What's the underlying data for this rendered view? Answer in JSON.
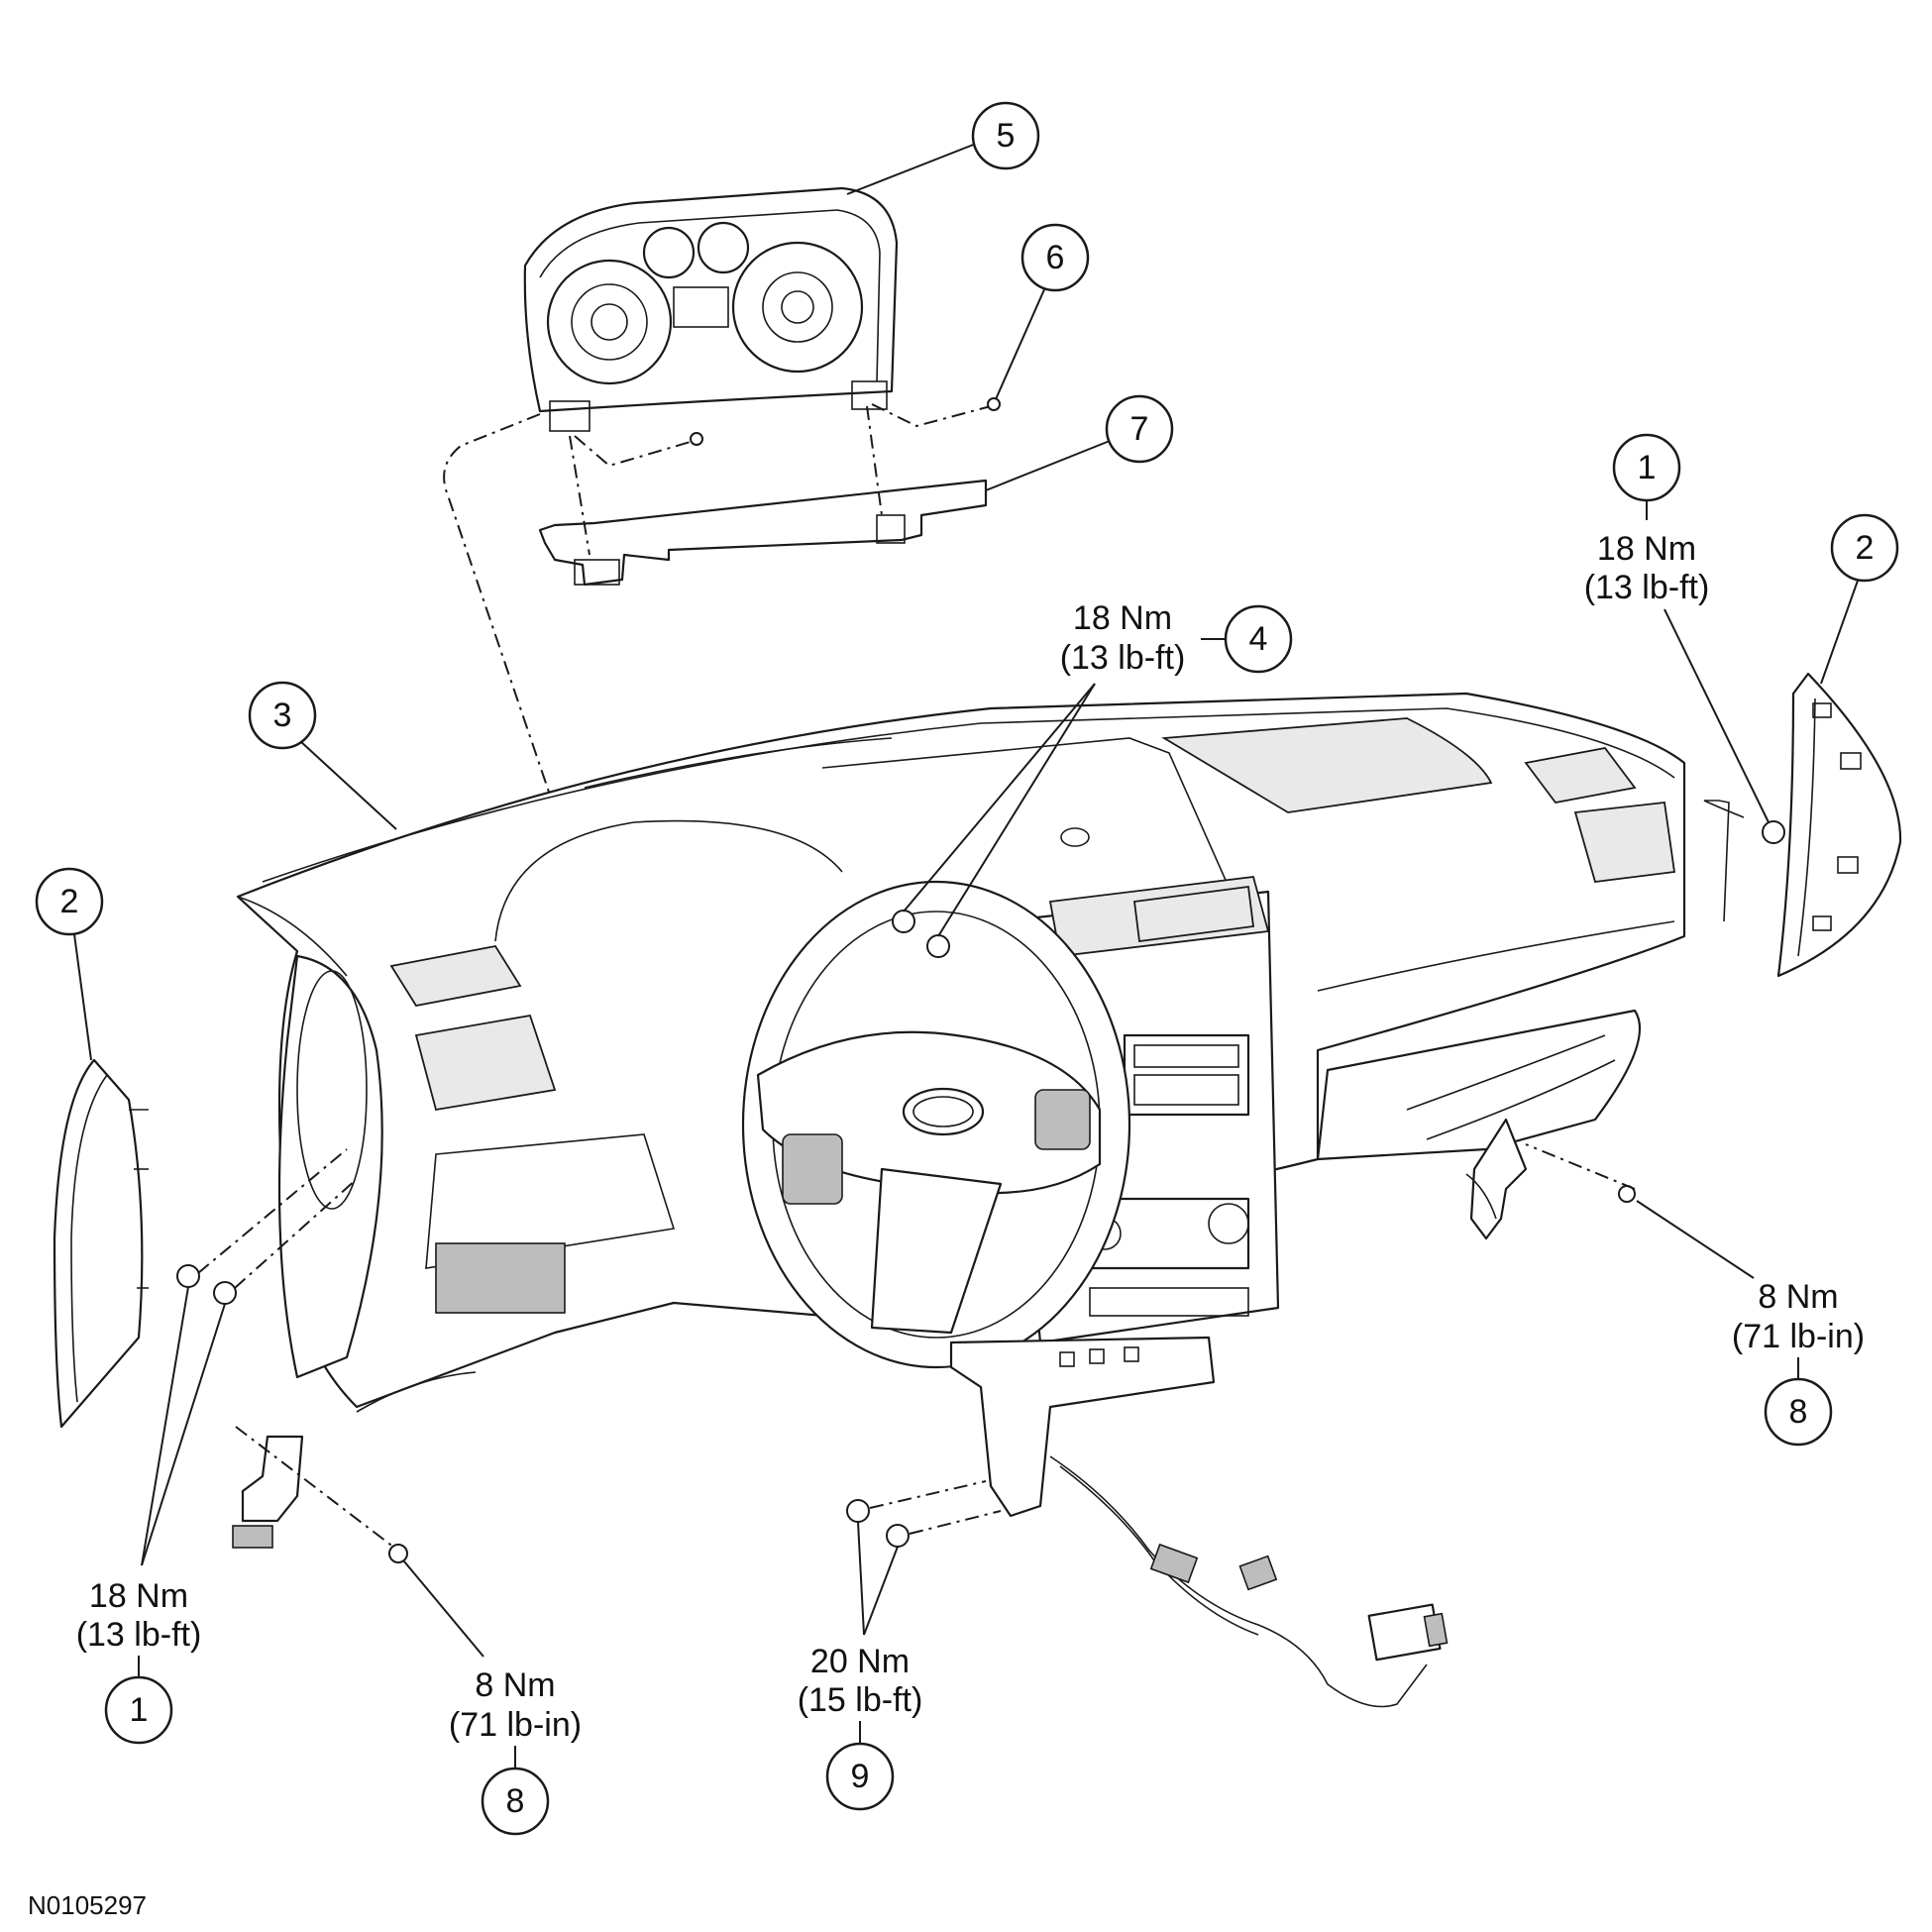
{
  "figure_id": "N0105297",
  "callouts": {
    "c1_right": "1",
    "c2_right": "2",
    "c3": "3",
    "c4": "4",
    "c5": "5",
    "c6": "6",
    "c7": "7",
    "c2_left": "2",
    "c8_right": "8",
    "c1_left": "1",
    "c8_left": "8",
    "c9": "9"
  },
  "torques": {
    "t1_right": {
      "nm": "18 Nm",
      "imperial": "(13 lb-ft)"
    },
    "t4": {
      "nm": "18 Nm",
      "imperial": "(13 lb-ft)"
    },
    "t1_left": {
      "nm": "18 Nm",
      "imperial": "(13 lb-ft)"
    },
    "t8_right": {
      "nm": "8 Nm",
      "imperial": "(71 lb-in)"
    },
    "t8_left": {
      "nm": "8 Nm",
      "imperial": "(71 lb-in)"
    },
    "t9": {
      "nm": "20 Nm",
      "imperial": "(15 lb-ft)"
    }
  }
}
